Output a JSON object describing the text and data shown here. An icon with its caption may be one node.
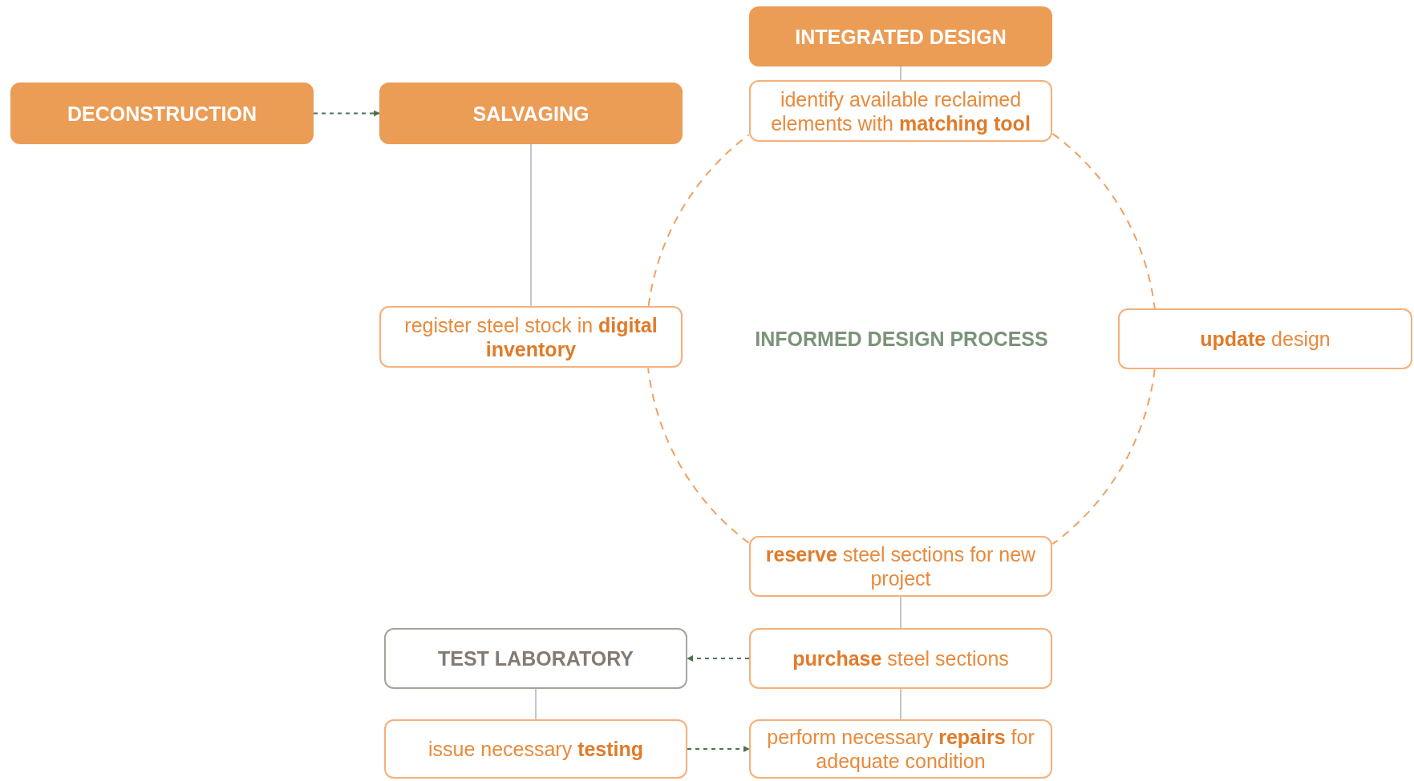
{
  "diagram": {
    "nodes": [
      {
        "text": [
          "INTEGRATED DESIGN"
        ]
      },
      {
        "text": [
          "DECONSTRUCTION"
        ]
      },
      {
        "text": [
          "SALVAGING"
        ]
      },
      {
        "text": [
          "identify available reclaimed elements with **matching tool**"
        ]
      },
      {
        "text": [
          "register steel stock in **digital inventory**"
        ]
      },
      {
        "text": [
          "**update** design"
        ]
      },
      {
        "text": [
          "**reserve** steel sections for new project"
        ]
      },
      {
        "text": [
          "TEST LABORATORY"
        ]
      },
      {
        "text": [
          "**purchase** steel sections"
        ]
      },
      {
        "text": [
          "issue necessary **testing**"
        ]
      },
      {
        "text": [
          "perform necessary **repairs** for adequate condition"
        ]
      }
    ],
    "edges": [
      {
        "from": 1,
        "to": 2,
        "arrow": "to",
        "style": "dashed",
        "color": "#4f7150"
      },
      {
        "from": 0,
        "to": 3,
        "arrow": "none"
      },
      {
        "from": 2,
        "to": 4,
        "arrow": "none"
      },
      {
        "from": 3,
        "to": 5,
        "arrow": "none",
        "style": "dashed",
        "color": "#f0a060"
      },
      {
        "from": 5,
        "to": 6,
        "arrow": "none",
        "style": "dashed",
        "color": "#f0a060"
      },
      {
        "from": 6,
        "to": 4,
        "arrow": "none",
        "style": "dashed",
        "color": "#f0a060"
      },
      {
        "from": 4,
        "to": 3,
        "arrow": "none",
        "style": "dashed",
        "color": "#f0a060"
      },
      {
        "from": 6,
        "to": 8,
        "arrow": "none"
      },
      {
        "from": 8,
        "to": 10,
        "arrow": "none"
      },
      {
        "from": 8,
        "to": 7,
        "arrow": "to",
        "style": "dashed",
        "color": "#4f7150"
      },
      {
        "from": 7,
        "to": 9,
        "arrow": "none"
      },
      {
        "from": 9,
        "to": 10,
        "arrow": "to",
        "style": "dashed",
        "color": "#4f7150"
      }
    ],
    "labels": [
      "INFORMED DESIGN PROCESS"
    ]
  }
}
